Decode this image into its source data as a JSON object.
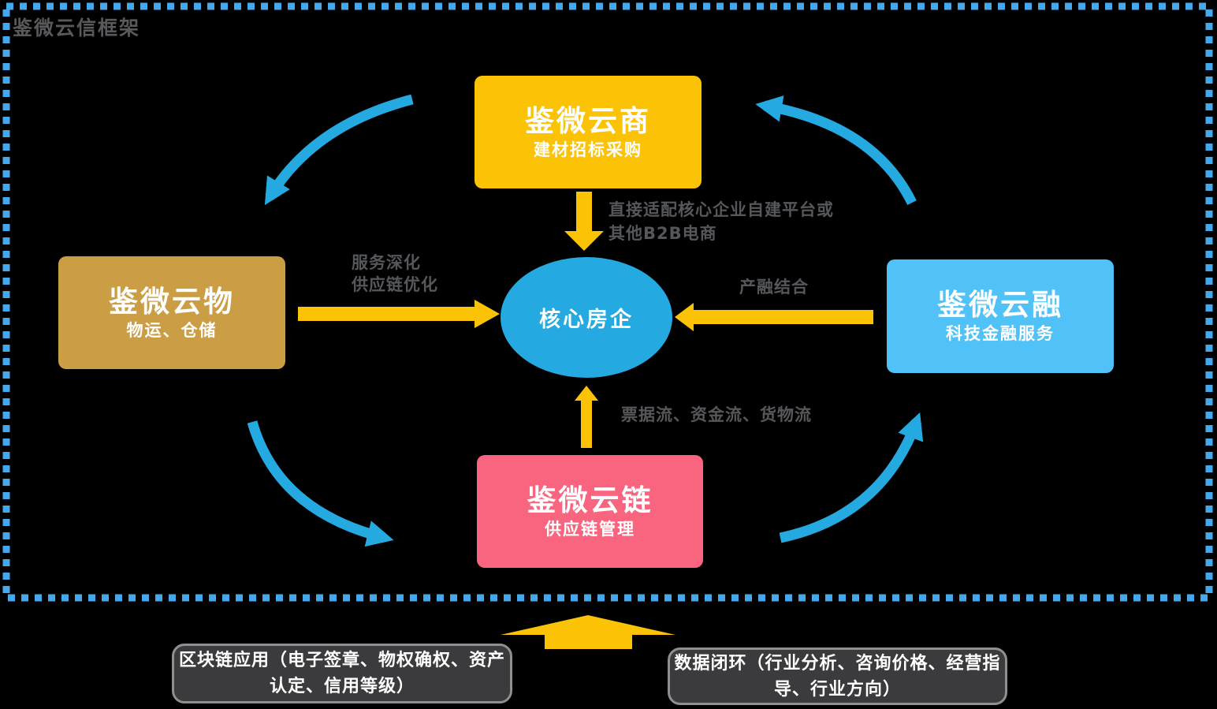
{
  "frame": {
    "title": "鉴微云信框架"
  },
  "center": {
    "label": "核心房企"
  },
  "nodes": {
    "top": {
      "title": "鉴微云商",
      "subtitle": "建材招标采购"
    },
    "left": {
      "title": "鉴微云物",
      "subtitle": "物运、仓储"
    },
    "right": {
      "title": "鉴微云融",
      "subtitle": "科技金融服务"
    },
    "bottom": {
      "title": "鉴微云链",
      "subtitle": "供应链管理"
    }
  },
  "edge_labels": {
    "top": {
      "line1": "直接适配核心企业自建平台或",
      "line2": "其他B2B电商"
    },
    "left": {
      "line1": "服务深化",
      "line2": "供应链优化"
    },
    "right": "产融结合",
    "bottom": "票据流、资金流、货物流"
  },
  "footnotes": {
    "left": {
      "line1": "区块链应用（电子签章、物权确权、资产",
      "line2": "认定、信用等级）"
    },
    "right": {
      "line1": "数据闭环（行业分析、咨询价格、经营指",
      "line2": "导、行业方向）"
    }
  },
  "palette": {
    "frame_border": "#45A7EC",
    "cycle_arrow_blue": "#24A9E1",
    "straight_arrow_yellow": "#FCC306",
    "node_top_yellow": "#FCC306",
    "node_left_gold": "#CB9E45",
    "node_right_blue": "#50C2F8",
    "node_bottom_pink": "#F9657F",
    "center_ellipse_blue": "#24A9E1",
    "label_gray": "#55575A",
    "note_background": "#3B3B3D",
    "note_border": "#8E8F90",
    "background": "#000000"
  }
}
